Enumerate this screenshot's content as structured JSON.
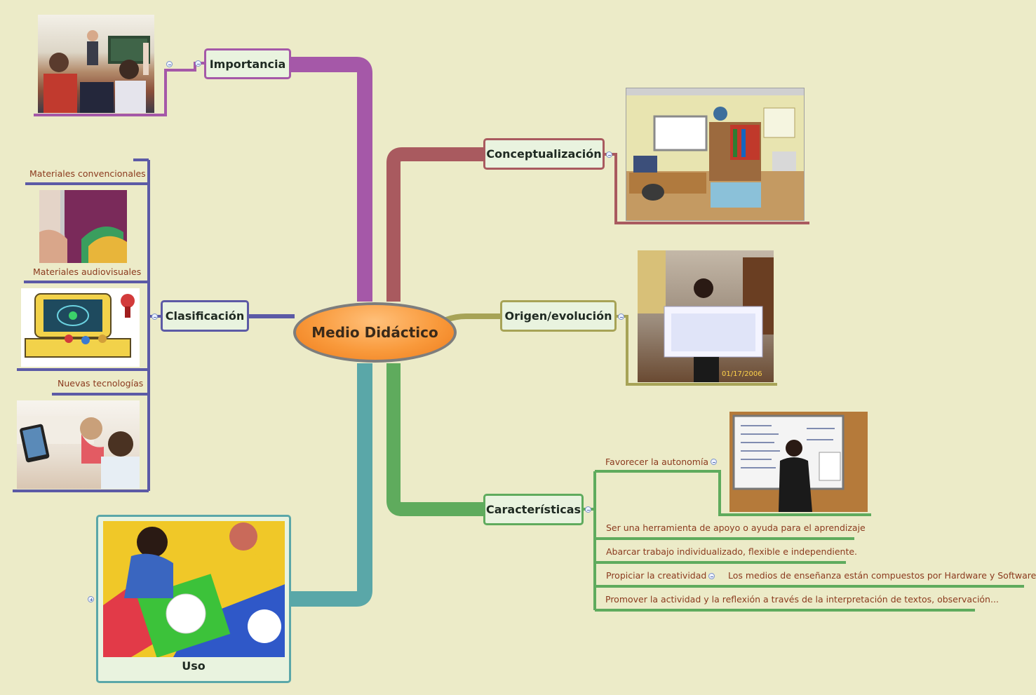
{
  "central": {
    "label": "Medio Didáctico",
    "color": "#f7963a"
  },
  "branches": {
    "importancia": {
      "label": "Importancia",
      "color": "#a558a8"
    },
    "conceptualizacion": {
      "label": "Conceptualización",
      "color": "#a95a5f"
    },
    "clasificacion": {
      "label": "Clasificación",
      "color": "#5c5aa6",
      "items": [
        "Materiales convencionales",
        "Materiales audiovisuales",
        "Nuevas tecnologías"
      ]
    },
    "origen": {
      "label": "Origen/evolución",
      "color": "#a7a356"
    },
    "caracteristicas": {
      "label": "Características",
      "color": "#5fab5d",
      "items": [
        "Favorecer la autonomía",
        "Ser una herramienta de apoyo o ayuda para el aprendizaje",
        "Abarcar trabajo individualizado, flexible e independiente.",
        "Propiciar la creatividad",
        "Promover la actividad y la reflexión a través de la interpretación de textos, observación..."
      ],
      "creatividad_detail": "Los medios de enseñanza están compuestos por Hardware y Software"
    },
    "uso": {
      "label": "Uso",
      "color": "#5aa7a8"
    }
  },
  "images": {
    "classroom_date": "01/17/2006"
  }
}
